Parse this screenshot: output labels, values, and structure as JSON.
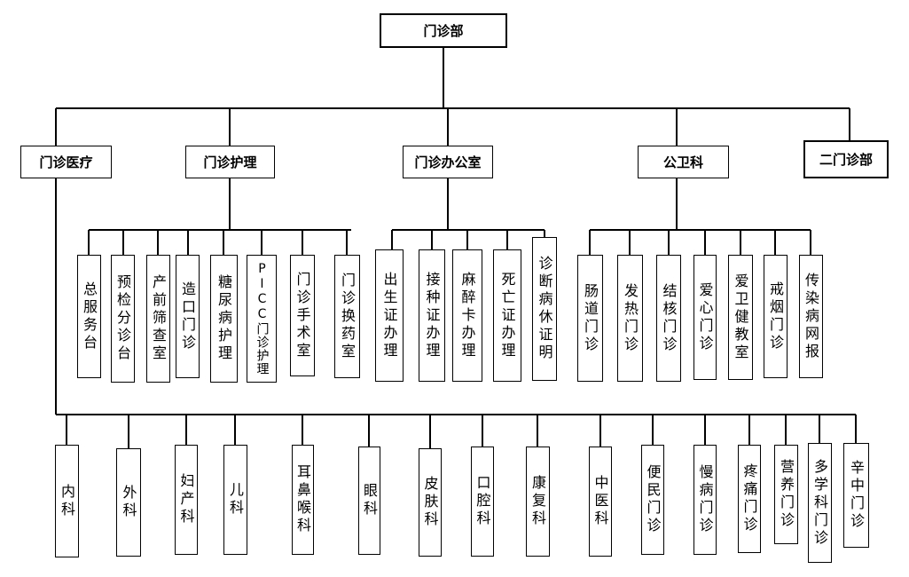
{
  "root": {
    "label": "门诊部"
  },
  "departments": [
    {
      "label": "门诊医疗"
    },
    {
      "label": "门诊护理"
    },
    {
      "label": "门诊办公室"
    },
    {
      "label": "公卫科"
    },
    {
      "label": "二门诊部"
    }
  ],
  "nursing_units": [
    "总服务台",
    "预检分诊台",
    "产前筛查室",
    "造口门诊",
    "糖尿病护理",
    "PICC门诊护理",
    "门诊手术室",
    "门诊换药室"
  ],
  "office_units": [
    "出生证办理",
    "接种证办理",
    "麻醉卡办理",
    "死亡证办理",
    "诊断病休证明"
  ],
  "public_health_units": [
    "肠道门诊",
    "发热门诊",
    "结核门诊",
    "爱心门诊",
    "爱卫健教室",
    "戒烟门诊",
    "传染病网报"
  ],
  "clinical_units": [
    "内科",
    "外科",
    "妇产科",
    "儿科",
    "耳鼻喉科",
    "眼科",
    "皮肤科",
    "口腔科",
    "康复科",
    "中医科",
    "便民门诊",
    "慢病门诊",
    "疼痛门诊",
    "营养门诊",
    "多学科门诊",
    "辛中门诊"
  ]
}
